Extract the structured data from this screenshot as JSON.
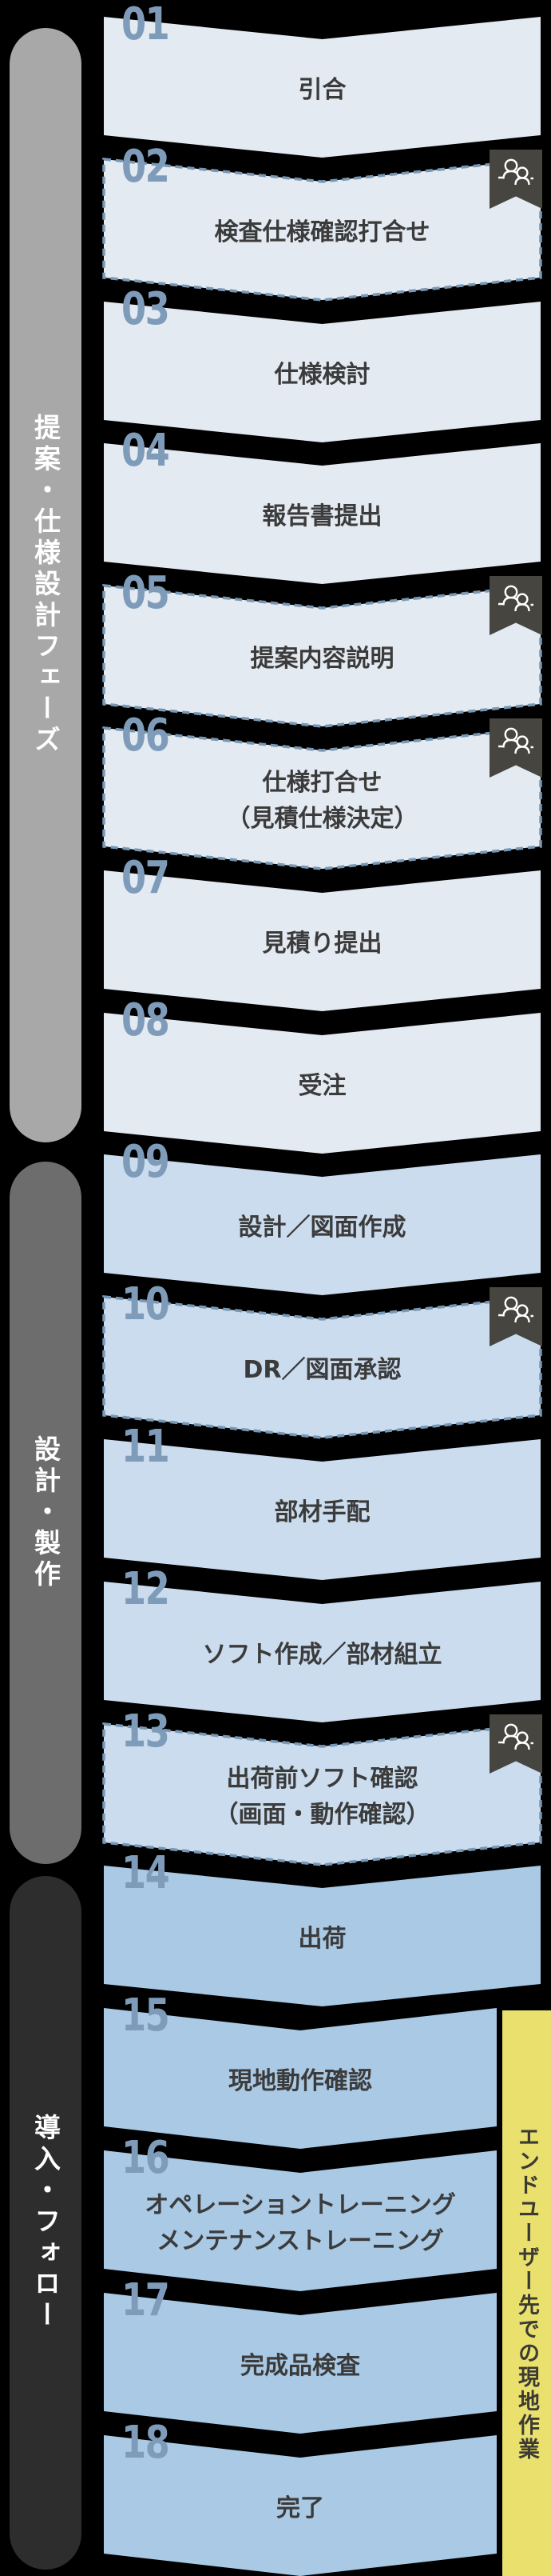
{
  "phases": [
    {
      "label": "提案・仕様設計フェーズ",
      "pill_color": "#a8a8a8",
      "text_color": "#ffffff"
    },
    {
      "label": "設計・製作",
      "pill_color": "#6d6d6d",
      "text_color": "#ffffff"
    },
    {
      "label": "導入・フォロー",
      "pill_color": "#2d2d2d",
      "text_color": "#ffffff"
    }
  ],
  "side_note": {
    "label": "エンドユーザー先での現地作業",
    "bg_color": "#e9e06e",
    "text_color": "#3b3a33"
  },
  "steps": [
    {
      "num": "01",
      "label": "引合",
      "phase": 1,
      "dashed": false,
      "meeting": false
    },
    {
      "num": "02",
      "label": "検査仕様確認打合せ",
      "phase": 1,
      "dashed": true,
      "meeting": true
    },
    {
      "num": "03",
      "label": "仕様検討",
      "phase": 1,
      "dashed": false,
      "meeting": false
    },
    {
      "num": "04",
      "label": "報告書提出",
      "phase": 1,
      "dashed": false,
      "meeting": false
    },
    {
      "num": "05",
      "label": "提案内容説明",
      "phase": 1,
      "dashed": true,
      "meeting": true
    },
    {
      "num": "06",
      "label": "仕様打合せ\n（見積仕様決定）",
      "phase": 1,
      "dashed": true,
      "meeting": true
    },
    {
      "num": "07",
      "label": "見積り提出",
      "phase": 1,
      "dashed": false,
      "meeting": false
    },
    {
      "num": "08",
      "label": "受注",
      "phase": 1,
      "dashed": false,
      "meeting": false
    },
    {
      "num": "09",
      "label": "設計／図面作成",
      "phase": 2,
      "dashed": false,
      "meeting": false
    },
    {
      "num": "10",
      "label": "DR／図面承認",
      "phase": 2,
      "dashed": true,
      "meeting": true
    },
    {
      "num": "11",
      "label": "部材手配",
      "phase": 2,
      "dashed": false,
      "meeting": false
    },
    {
      "num": "12",
      "label": "ソフト作成／部材組立",
      "phase": 2,
      "dashed": false,
      "meeting": false
    },
    {
      "num": "13",
      "label": "出荷前ソフト確認\n（画面・動作確認）",
      "phase": 2,
      "dashed": true,
      "meeting": true
    },
    {
      "num": "14",
      "label": "出荷",
      "phase": 3,
      "dashed": false,
      "meeting": false
    },
    {
      "num": "15",
      "label": "現地動作確認",
      "phase": 3,
      "dashed": false,
      "meeting": false,
      "narrow": true
    },
    {
      "num": "16",
      "label": "オペレーショントレーニング\nメンテナンストレーニング",
      "phase": 3,
      "dashed": false,
      "meeting": false,
      "narrow": true
    },
    {
      "num": "17",
      "label": "完成品検査",
      "phase": 3,
      "dashed": false,
      "meeting": false,
      "narrow": true
    },
    {
      "num": "18",
      "label": "完了",
      "phase": 3,
      "dashed": false,
      "meeting": false,
      "narrow": true
    }
  ],
  "colors": {
    "background": "#000000",
    "phase1_fill": "#e4eaf2",
    "phase2_fill": "#cbdcee",
    "phase3_fill": "#a9c9e5",
    "dash_stroke": "#7798b5",
    "step_number": "#7e9cba",
    "step_label": "#3b3b3b",
    "badge_bg": "#464540",
    "badge_icon": "#ffffff"
  }
}
